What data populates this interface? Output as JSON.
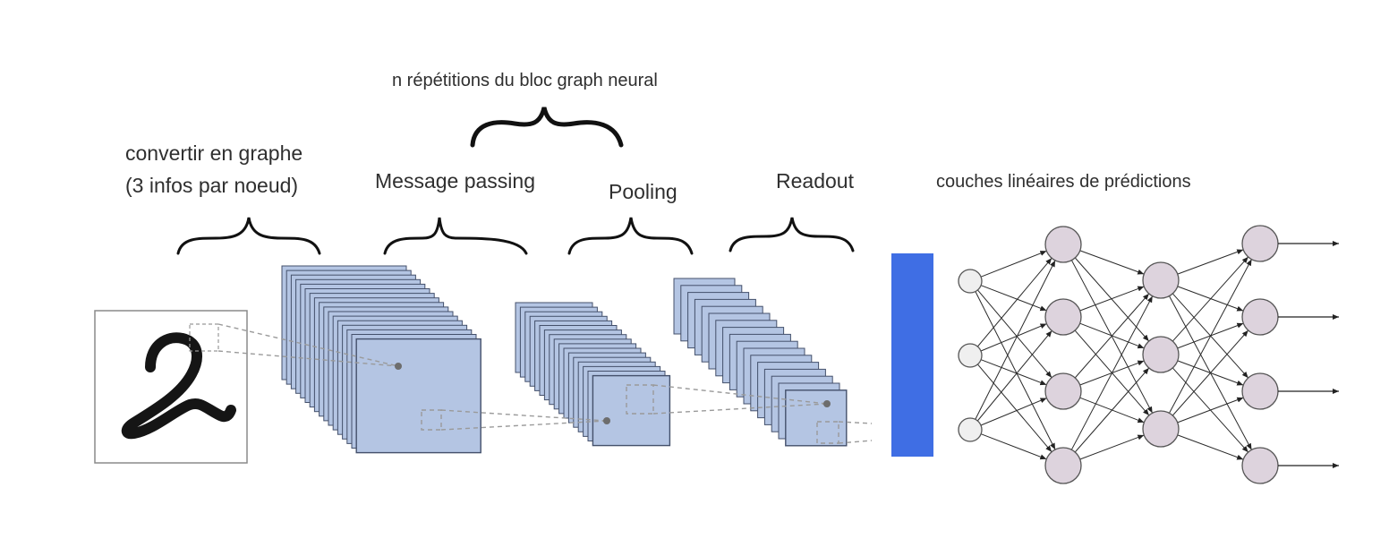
{
  "labels": {
    "repetitions": "n répétitions du bloc graph neural",
    "convert_line1": "convertir en graphe",
    "convert_line2": "(3 infos par noeud)",
    "message_passing": "Message passing",
    "pooling": "Pooling",
    "readout": "Readout",
    "linear_layers": "couches linéaires de prédictions"
  },
  "input_image": {
    "digit": "2"
  },
  "colors": {
    "feature_map_fill": "#b4c5e3",
    "feature_map_stroke": "#44506b",
    "readout_bar": "#3f6ee4",
    "neuron_fill": "#ddd3dd",
    "input_neuron_fill": "#efefef",
    "text": "#2f2f2f"
  },
  "network": {
    "layers": [
      {
        "role": "input",
        "neurons": 3
      },
      {
        "role": "hidden",
        "neurons": 4
      },
      {
        "role": "hidden",
        "neurons": 3
      },
      {
        "role": "output",
        "neurons": 4
      }
    ],
    "outputs": 4
  }
}
